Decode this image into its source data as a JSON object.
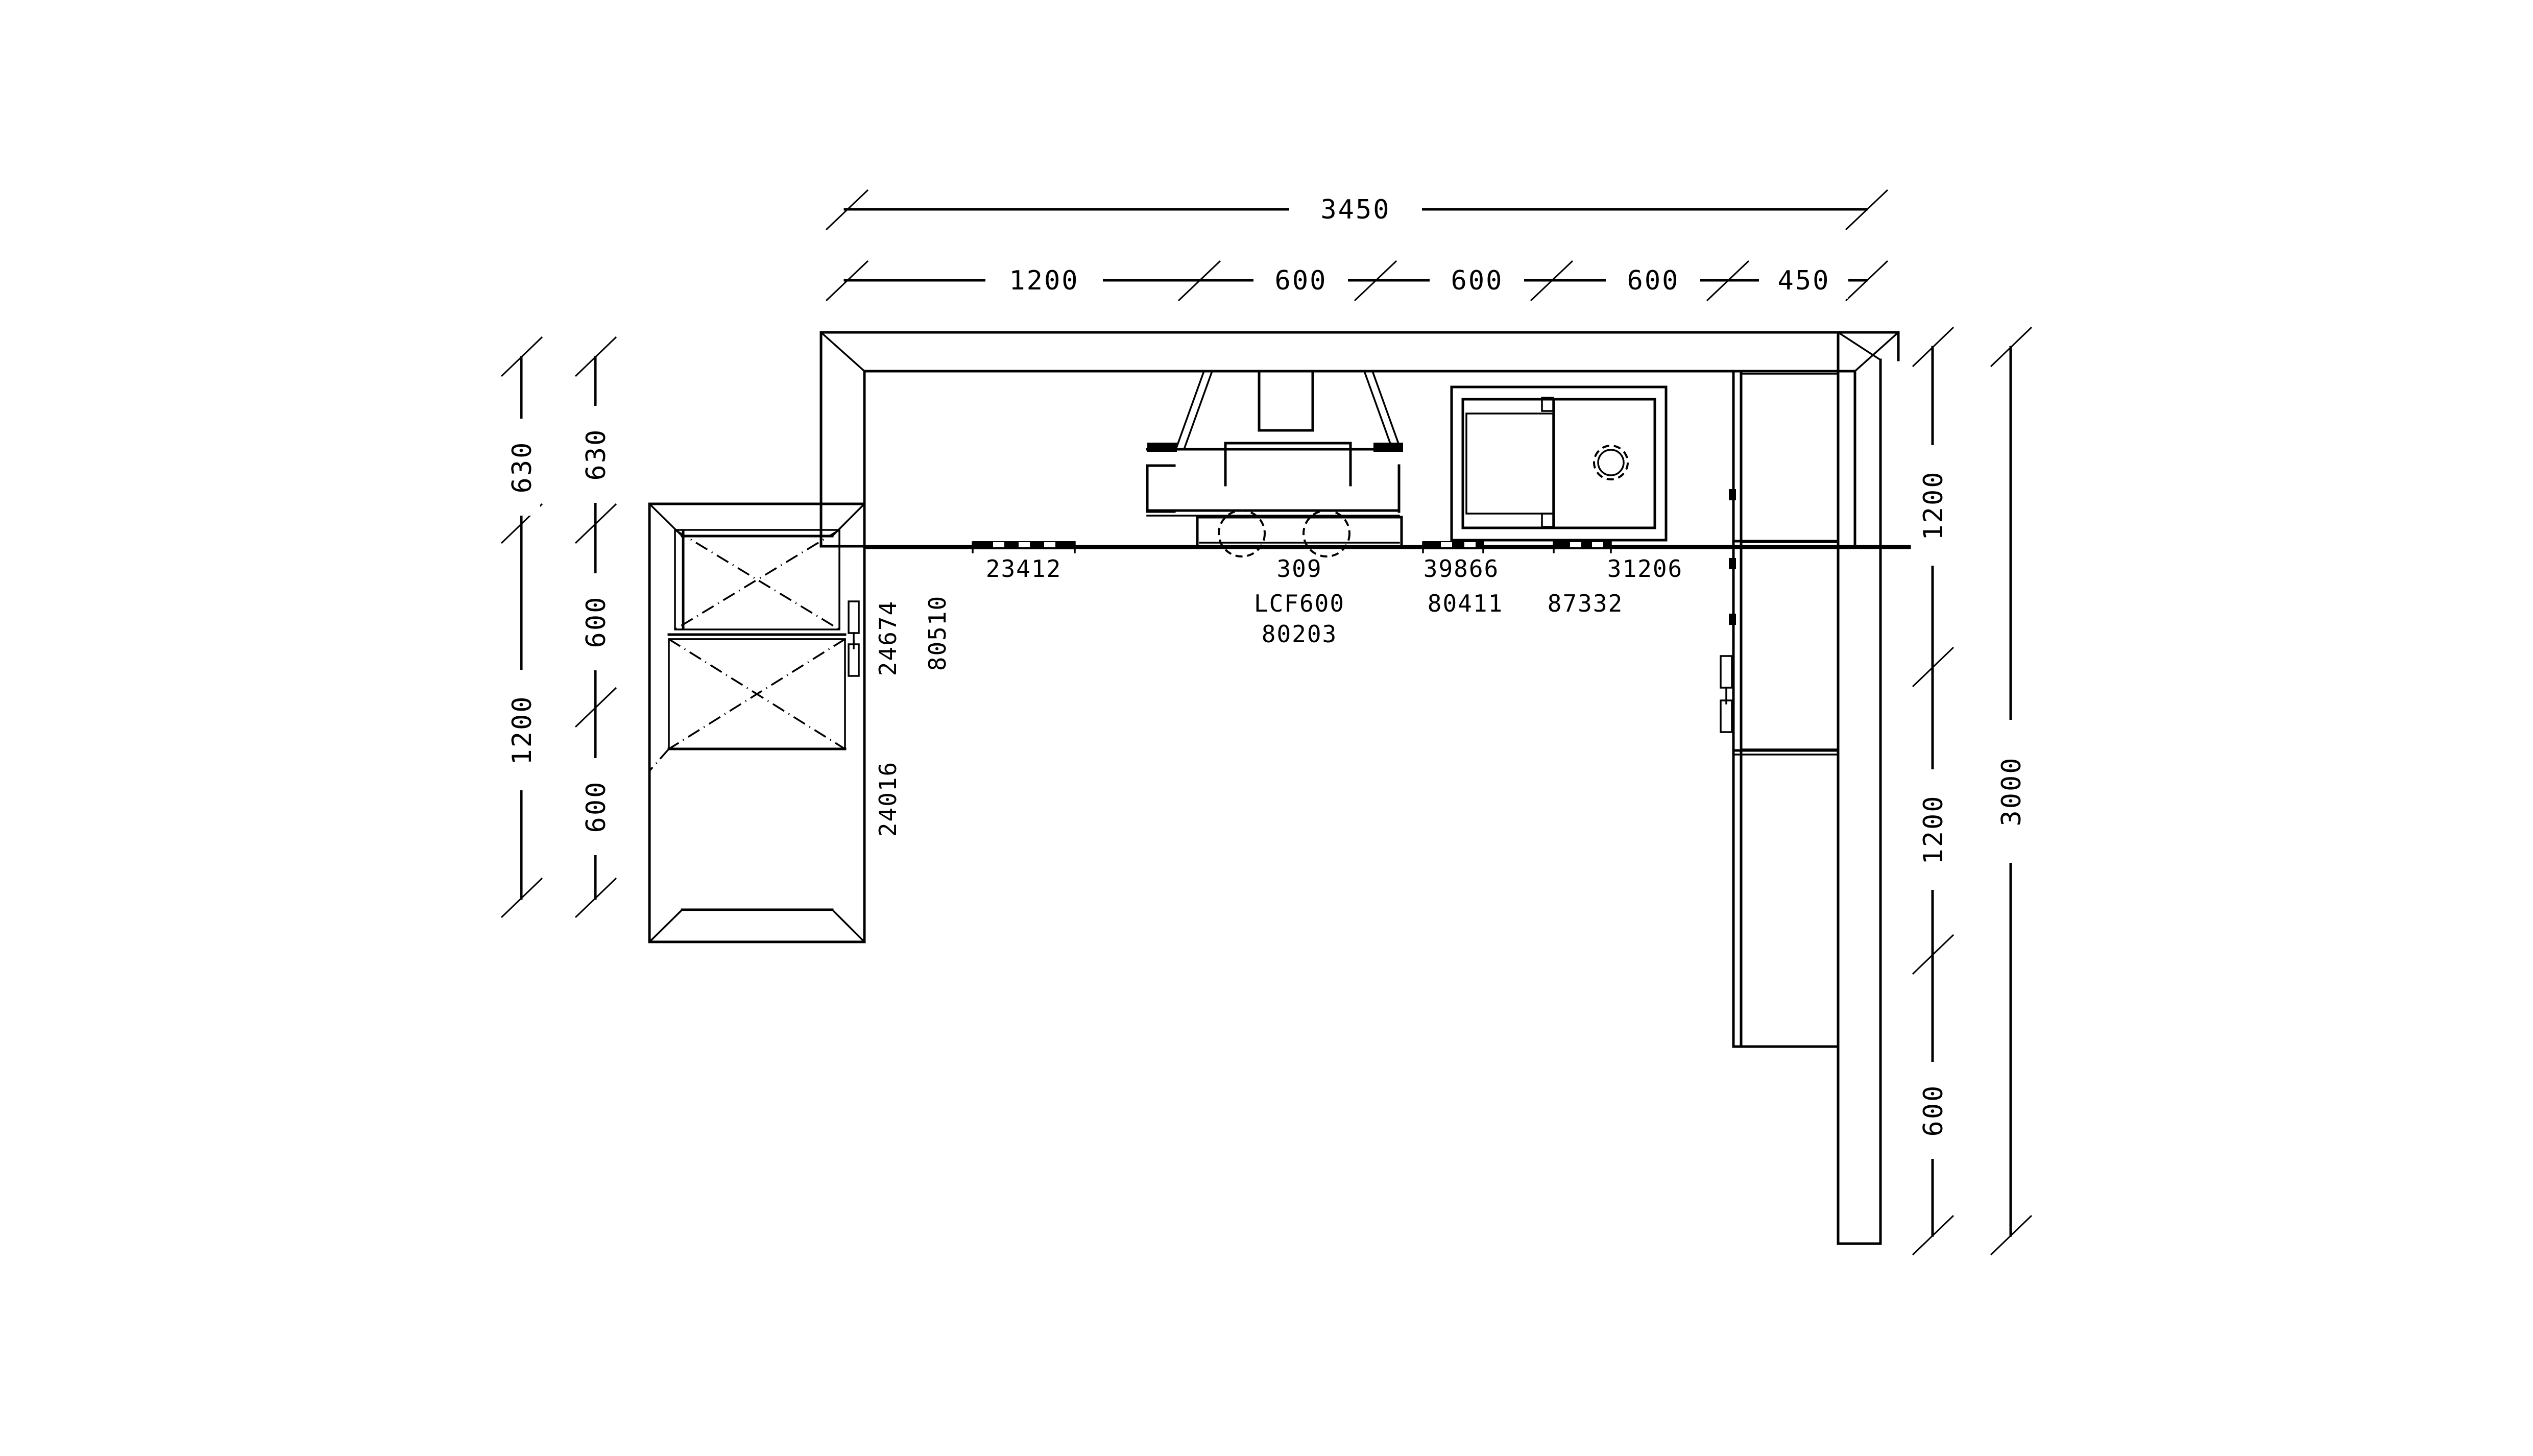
{
  "drawing": {
    "type": "kitchen-elevation",
    "units": "mm"
  },
  "dimensions": {
    "top_overall": {
      "label": "3450",
      "value": 3450
    },
    "top_chain": [
      {
        "label": "1200",
        "value": 1200
      },
      {
        "label": "600",
        "value": 600
      },
      {
        "label": "600",
        "value": 600
      },
      {
        "label": "600",
        "value": 600
      },
      {
        "label": "450",
        "value": 450
      }
    ],
    "left_outer_chain": [
      {
        "label": "630",
        "value": 630
      },
      {
        "label": "1200",
        "value": 1200
      }
    ],
    "left_inner_chain": [
      {
        "label": "630",
        "value": 630
      },
      {
        "label": "600",
        "value": 600
      },
      {
        "label": "600",
        "value": 600
      }
    ],
    "right_inner_chain": [
      {
        "label": "1200",
        "value": 1200
      },
      {
        "label": "1200",
        "value": 1200
      },
      {
        "label": "600",
        "value": 600
      }
    ],
    "right_overall": {
      "label": "3000",
      "value": 3000
    }
  },
  "part_labels": {
    "worktop_left": "23412",
    "hood_code": "309",
    "hood_model": "LCF600",
    "hood_part": "80203",
    "unit_mid": "39866",
    "unit_mid_part": "80411",
    "sink_code": "31206",
    "sink_part": "87332",
    "tall_upper": "24674",
    "tall_mid": "80510",
    "tall_lower": "24016"
  },
  "components": {
    "tall_cabinet_left": "tall-cabinet-left",
    "tall_cabinet_right": "tall-cabinet-right",
    "cooker_hood": "cooker-hood",
    "hob": "hob",
    "sink": "sink",
    "worktop": "worktop",
    "ceiling_soffit": "ceiling-soffit",
    "wall_return": "wall-return"
  },
  "colors": {
    "line": "#000000",
    "background": "#ffffff"
  }
}
